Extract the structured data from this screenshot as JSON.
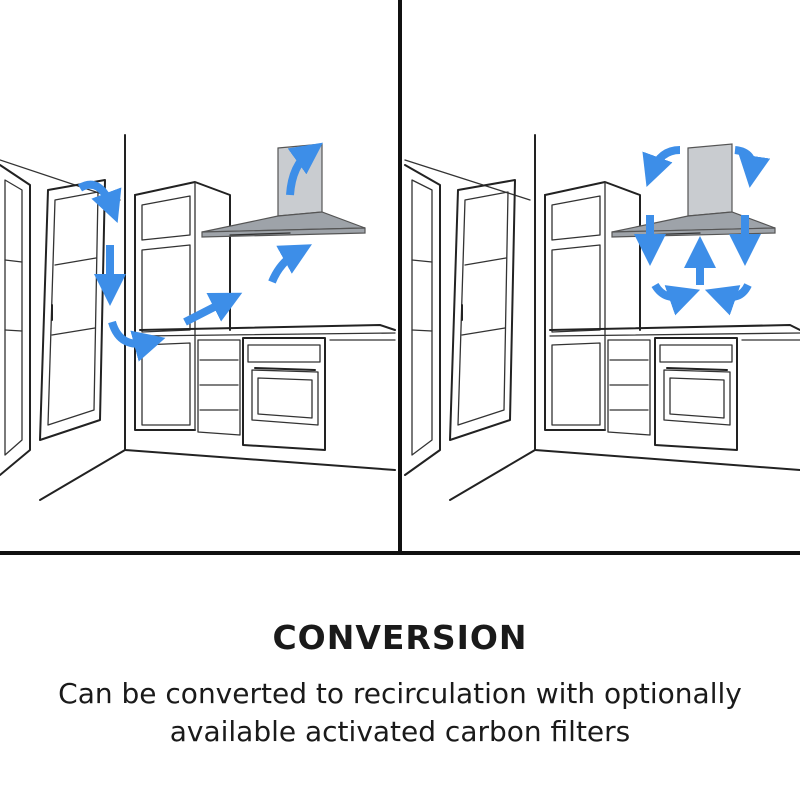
{
  "caption": {
    "title": "CONVERSION",
    "description_line1": "Can be converted to recirculation with optionally",
    "description_line2": "available activated carbon filters"
  },
  "illustration": {
    "left_panel": "exhaust-mode-kitchen",
    "right_panel": "recirculation-mode-kitchen",
    "arrow_color": "#3d8ee8",
    "line_color": "#222222"
  }
}
